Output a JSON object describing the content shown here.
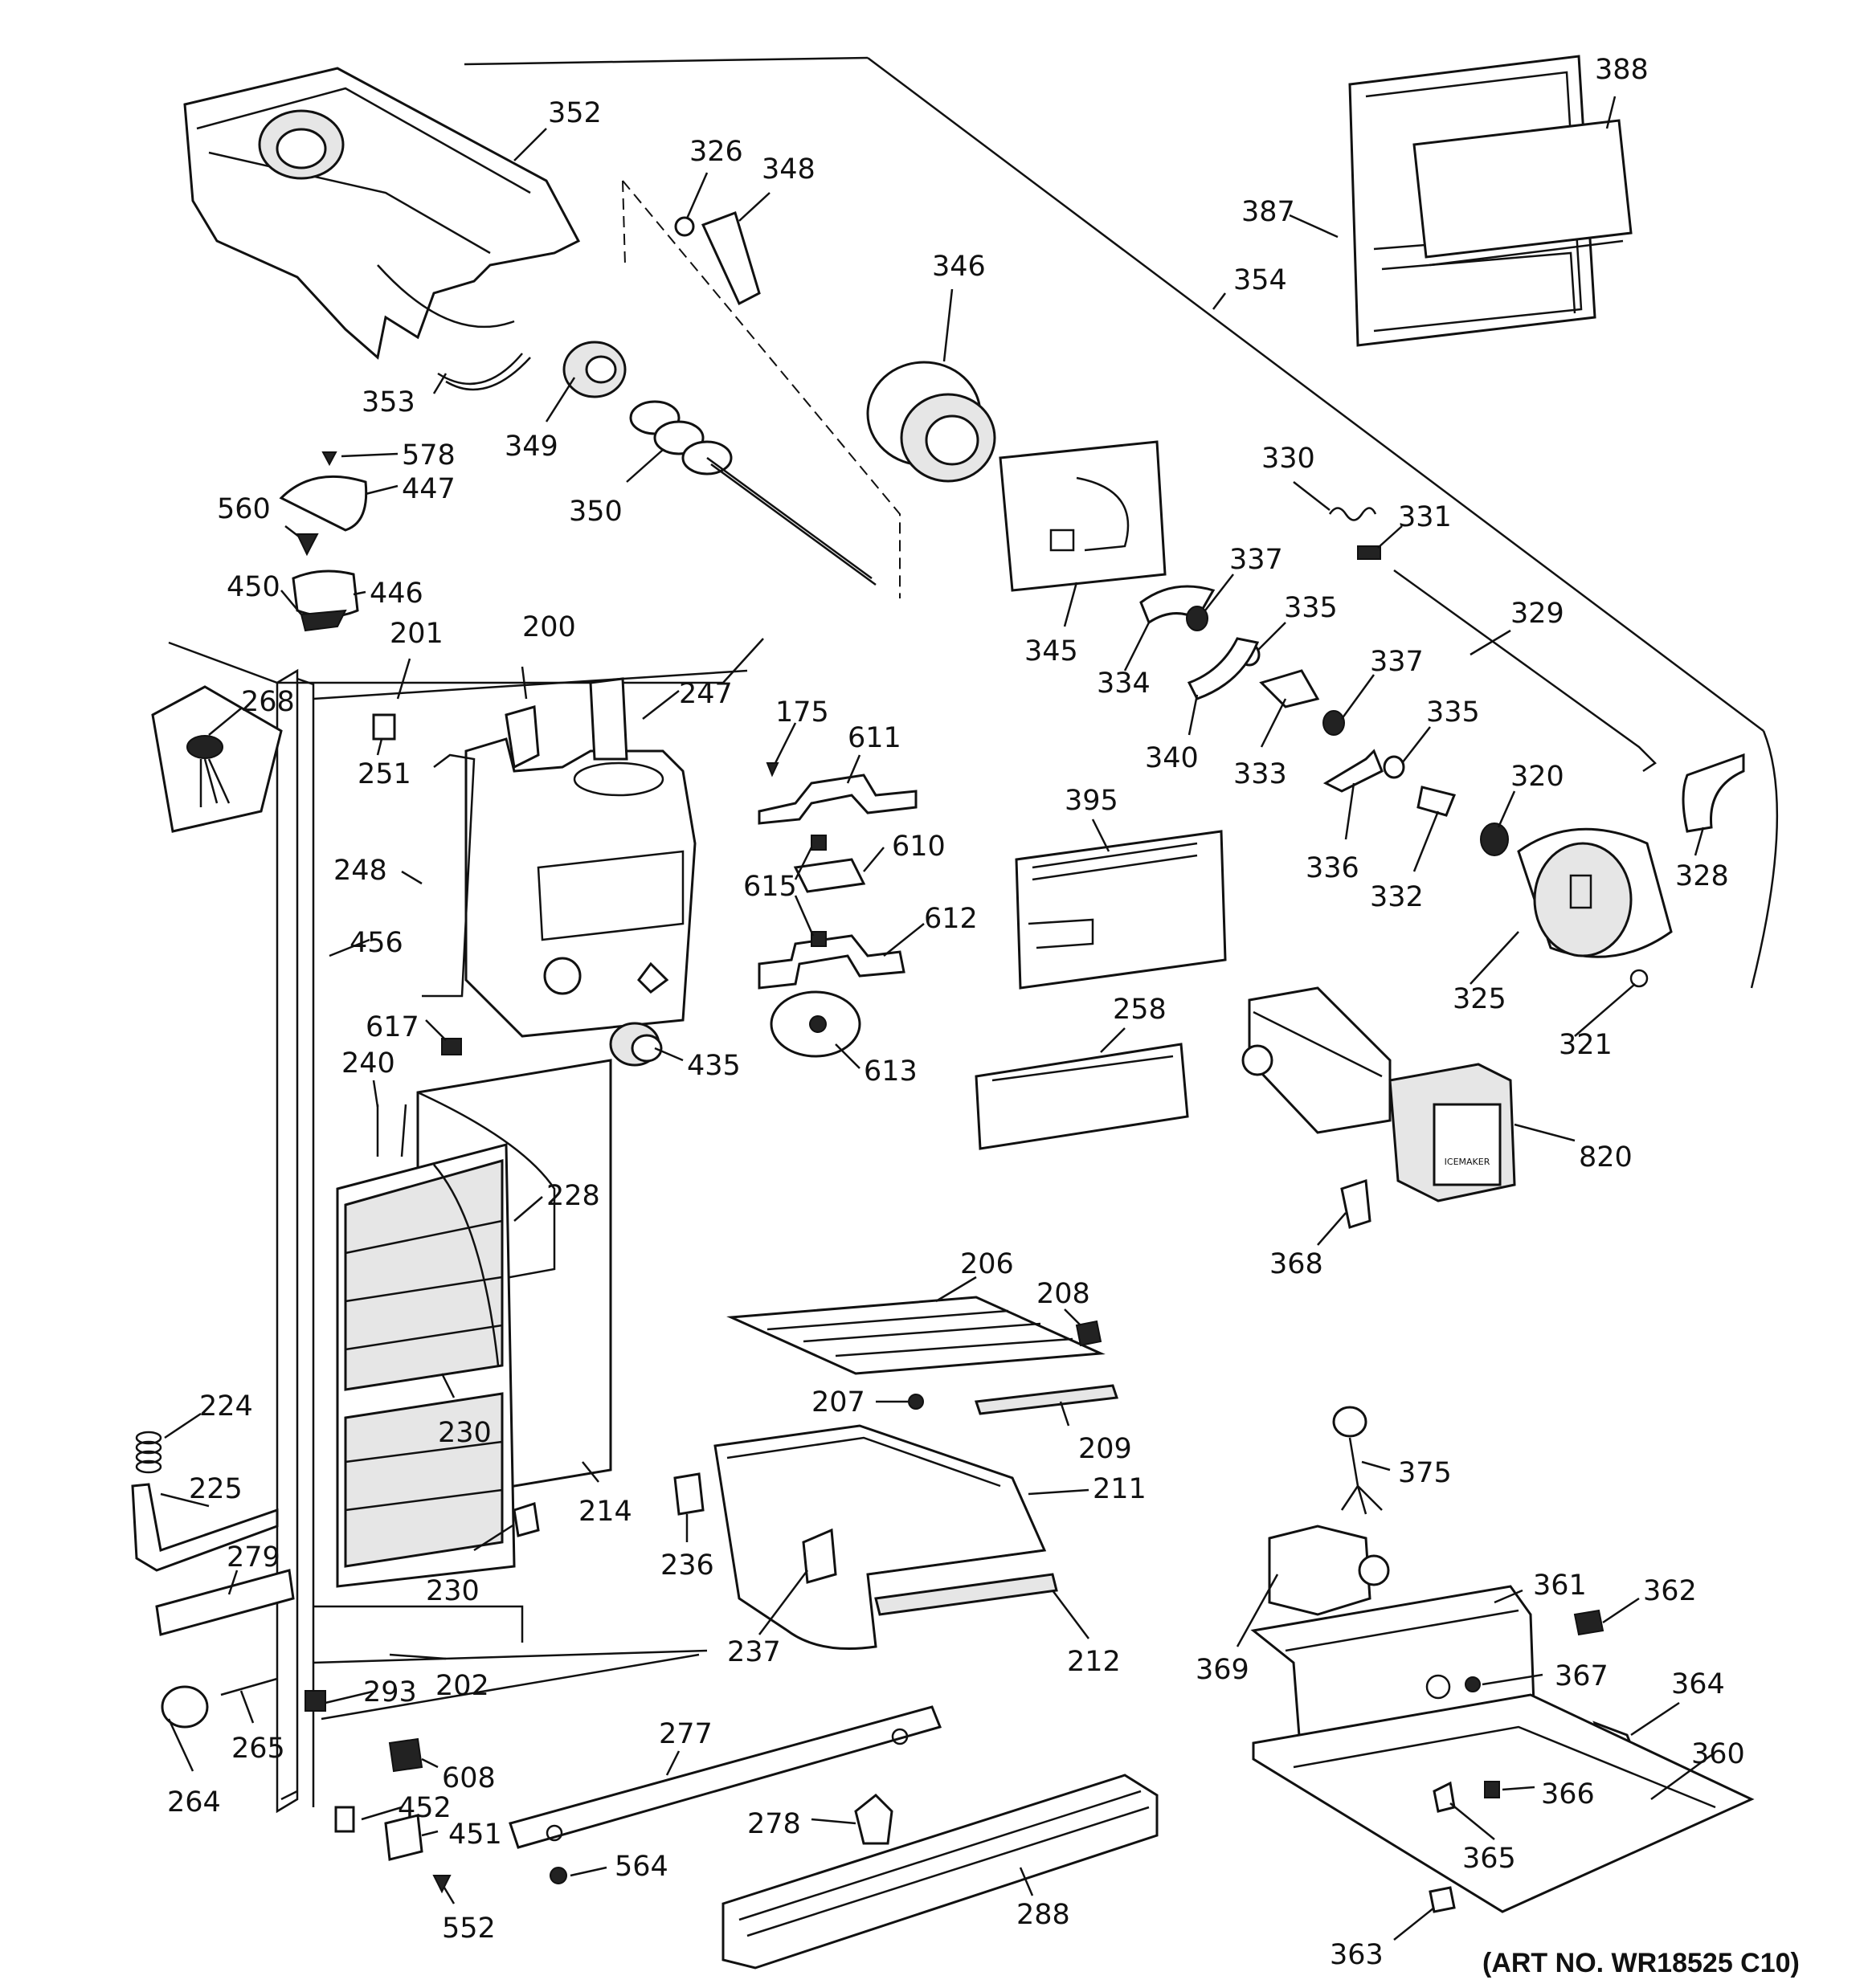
{
  "diagram": {
    "art_number": "(ART NO. WR18525 C10)",
    "ice_maker_label": "ICEMAKER",
    "part_numbers": {
      "p352": "352",
      "p326": "326",
      "p348": "348",
      "p346": "346",
      "p388": "388",
      "p387": "387",
      "p354": "354",
      "p353": "353",
      "p349": "349",
      "p350": "350",
      "p578": "578",
      "p447": "447",
      "p560": "560",
      "p450": "450",
      "p446": "446",
      "p201": "201",
      "p200": "200",
      "p247": "247",
      "p268": "268",
      "p251": "251",
      "p248": "248",
      "p456": "456",
      "p617": "617",
      "p240": "240",
      "p228": "228",
      "p230a": "230",
      "p230b": "230",
      "p214": "214",
      "p224": "224",
      "p225": "225",
      "p279": "279",
      "p202": "202",
      "p293": "293",
      "p265": "265",
      "p264": "264",
      "p608": "608",
      "p452": "452",
      "p451": "451",
      "p552": "552",
      "p564": "564",
      "p277": "277",
      "p278": "278",
      "p288": "288",
      "p175": "175",
      "p611": "611",
      "p610": "610",
      "p615": "615",
      "p612": "612",
      "p435": "435",
      "p613": "613",
      "p345": "345",
      "p330": "330",
      "p331": "331",
      "p337a": "337",
      "p335a": "335",
      "p334": "334",
      "p340": "340",
      "p333": "333",
      "p337b": "337",
      "p335b": "335",
      "p329": "329",
      "p336": "336",
      "p332": "332",
      "p320": "320",
      "p328": "328",
      "p325": "325",
      "p321": "321",
      "p395": "395",
      "p258": "258",
      "p820": "820",
      "p368": "368",
      "p206": "206",
      "p208": "208",
      "p207": "207",
      "p209": "209",
      "p211": "211",
      "p236": "236",
      "p237": "237",
      "p212": "212",
      "p375": "375",
      "p361": "361",
      "p362": "362",
      "p369": "369",
      "p367": "367",
      "p364": "364",
      "p360": "360",
      "p366": "366",
      "p365": "365",
      "p363": "363"
    }
  }
}
